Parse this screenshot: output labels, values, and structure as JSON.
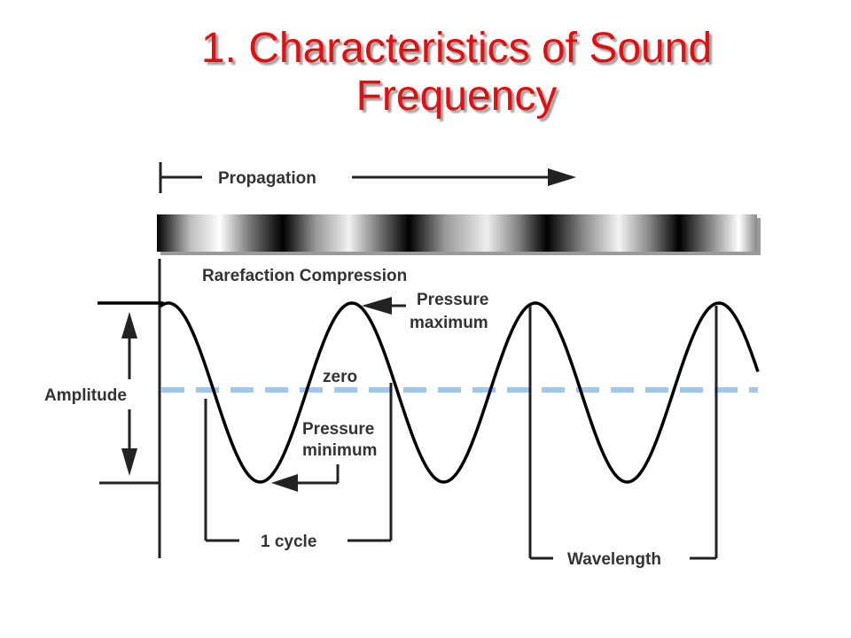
{
  "slide": {
    "title_line1": "1. Characteristics of Sound",
    "title_line2": "Frequency"
  },
  "diagram": {
    "labels": {
      "propagation": "Propagation",
      "rarefaction_compression": "Rarefaction Compression",
      "pressure_max_line1": "Pressure",
      "pressure_max_line2": "maximum",
      "zero": "zero",
      "pressure_min_line1": "Pressure",
      "pressure_min_line2": "minimum",
      "amplitude": "Amplitude",
      "one_cycle": "1 cycle",
      "wavelength": "Wavelength"
    },
    "colors": {
      "title": "#e01010",
      "wave": "#000000",
      "zero_line": "#9ec8ee",
      "lines": "#222222",
      "label_text": "#333333"
    }
  }
}
